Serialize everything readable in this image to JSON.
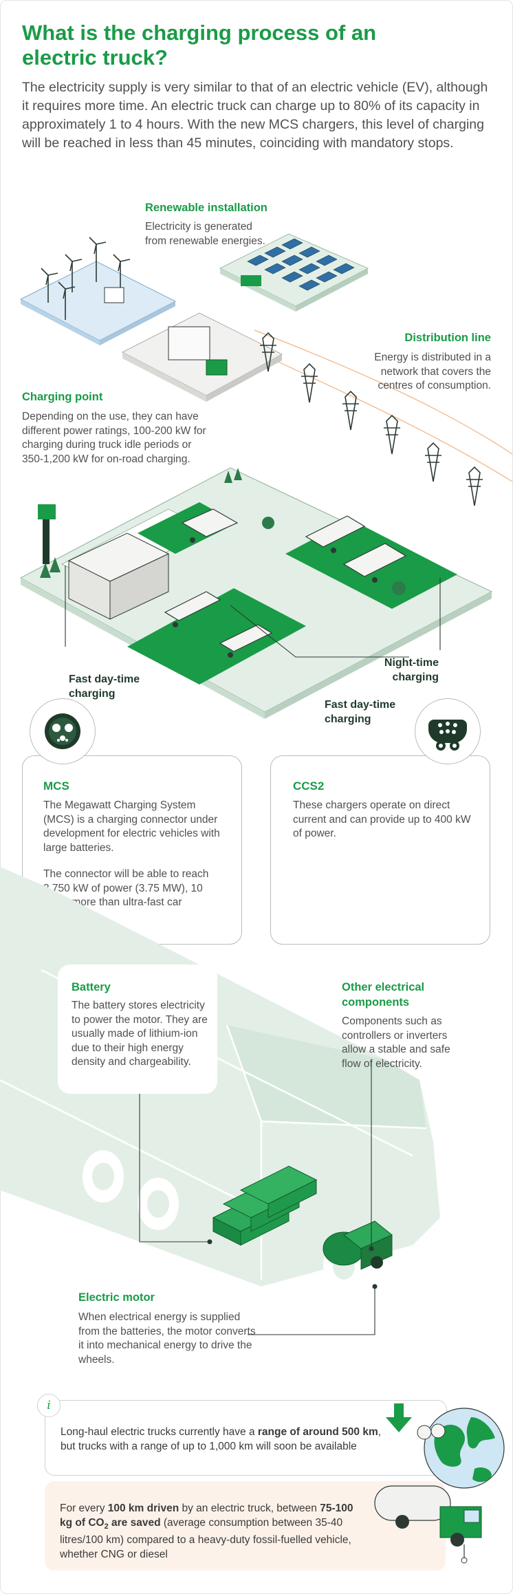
{
  "title": "What is the charging process of an electric truck?",
  "intro": "The electricity supply is very similar to that of an electric vehicle (EV), although it requires more time. An electric truck can charge up to 80% of its capacity in approximately 1 to 4 hours. With the new MCS chargers, this level of charging will be reached in less than 45 minutes, coinciding with mandatory stops.",
  "renewable": {
    "heading": "Renewable installation",
    "text": "Electricity is generated from renewable energies."
  },
  "distribution": {
    "heading": "Distribution line",
    "text": "Energy is distributed in a network that covers the centres of consumption."
  },
  "charging_point": {
    "heading": "Charging point",
    "text": "Depending on the use, they can have different power ratings, 100-200 kW for charging during truck idle periods or 350-1,200 kW for on-road charging."
  },
  "labels": {
    "fast_day_left": "Fast day-time charging",
    "night_time": "Night-time charging",
    "fast_day_right": "Fast day-time charging"
  },
  "mcs": {
    "heading": "MCS",
    "text1": "The Megawatt Charging System (MCS) is a charging connector under development for electric vehicles with large batteries.",
    "text2": "The connector will be able to reach 3,750 kW of power (3.75 MW), 10 times more than ultra-fast car charging."
  },
  "ccs2": {
    "heading": "CCS2",
    "text": "These chargers operate on direct current and can provide up to 400 kW of power."
  },
  "battery": {
    "heading": "Battery",
    "text": "The battery stores electricity to power the motor. They are usually made of lithium-ion due to their high energy density and chargeability."
  },
  "other": {
    "heading": "Other electrical components",
    "text": "Components such as controllers or inverters allow a stable and safe flow of electricity."
  },
  "motor": {
    "heading": "Electric motor",
    "text": "When electrical energy is supplied from the batteries, the motor converts it into mechanical energy to drive the wheels."
  },
  "info": {
    "icon": "i",
    "pre": "Long-haul electric trucks currently have a ",
    "bold": "range of around 500 km",
    "post": ", but trucks with a range of up to 1,000 km will soon be available"
  },
  "co2": {
    "pre": "For every ",
    "bold1": "100 km driven",
    "mid": " by an electric truck, between ",
    "bold2": "75-100 kg of CO",
    "sub": "2",
    "bold3": " are saved",
    "post": " (average consumption between 35-40 litres/100 km) compared to a heavy-duty fossil-fuelled vehicle, whether CNG or diesel"
  },
  "colors": {
    "green": "#1a9b47",
    "dark_green": "#1f7a3d",
    "pale_green": "#e3efe6",
    "water": "#dcebf6",
    "peach": "#fdf2ea",
    "power_line": "#f2b88a"
  }
}
